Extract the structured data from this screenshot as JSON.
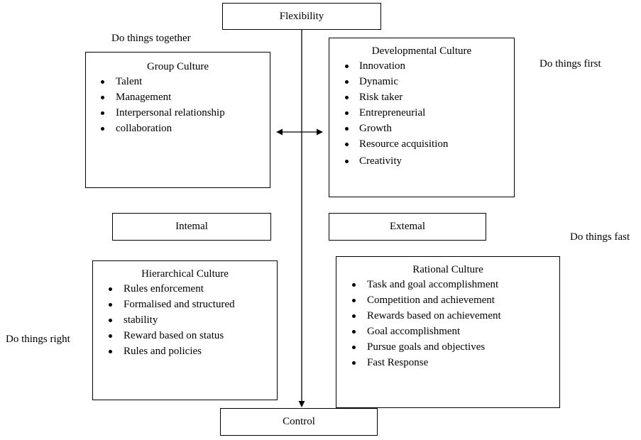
{
  "axis": {
    "top_label": "Flexibility",
    "bottom_label": "Control",
    "left_label": "Intemal",
    "right_label": "Extemal"
  },
  "quadrant_notes": {
    "group": "Do things together",
    "developmental": "Do things first",
    "rational": "Do things fast",
    "hierarchical": "Do things right"
  },
  "cultures": {
    "group": {
      "title": "Group Culture",
      "items": [
        "Talent",
        "Management",
        "Interpersonal relationship",
        "collaboration"
      ]
    },
    "developmental": {
      "title": "Developmental Culture",
      "items": [
        "Innovation",
        "Dynamic",
        "Risk taker",
        "Entrepreneurial",
        "Growth",
        "Resource acquisition",
        "Creativity"
      ]
    },
    "hierarchical": {
      "title": "Hierarchical Culture",
      "items": [
        "Rules enforcement",
        "Formalised and structured",
        "stability",
        "Reward based on status",
        "Rules and policies"
      ]
    },
    "rational": {
      "title": "Rational Culture",
      "items": [
        "Task and goal accomplishment",
        "Competition and achievement",
        "Rewards based on achievement",
        "Goal accomplishment",
        "Pursue goals and objectives",
        "Fast Response"
      ]
    }
  }
}
